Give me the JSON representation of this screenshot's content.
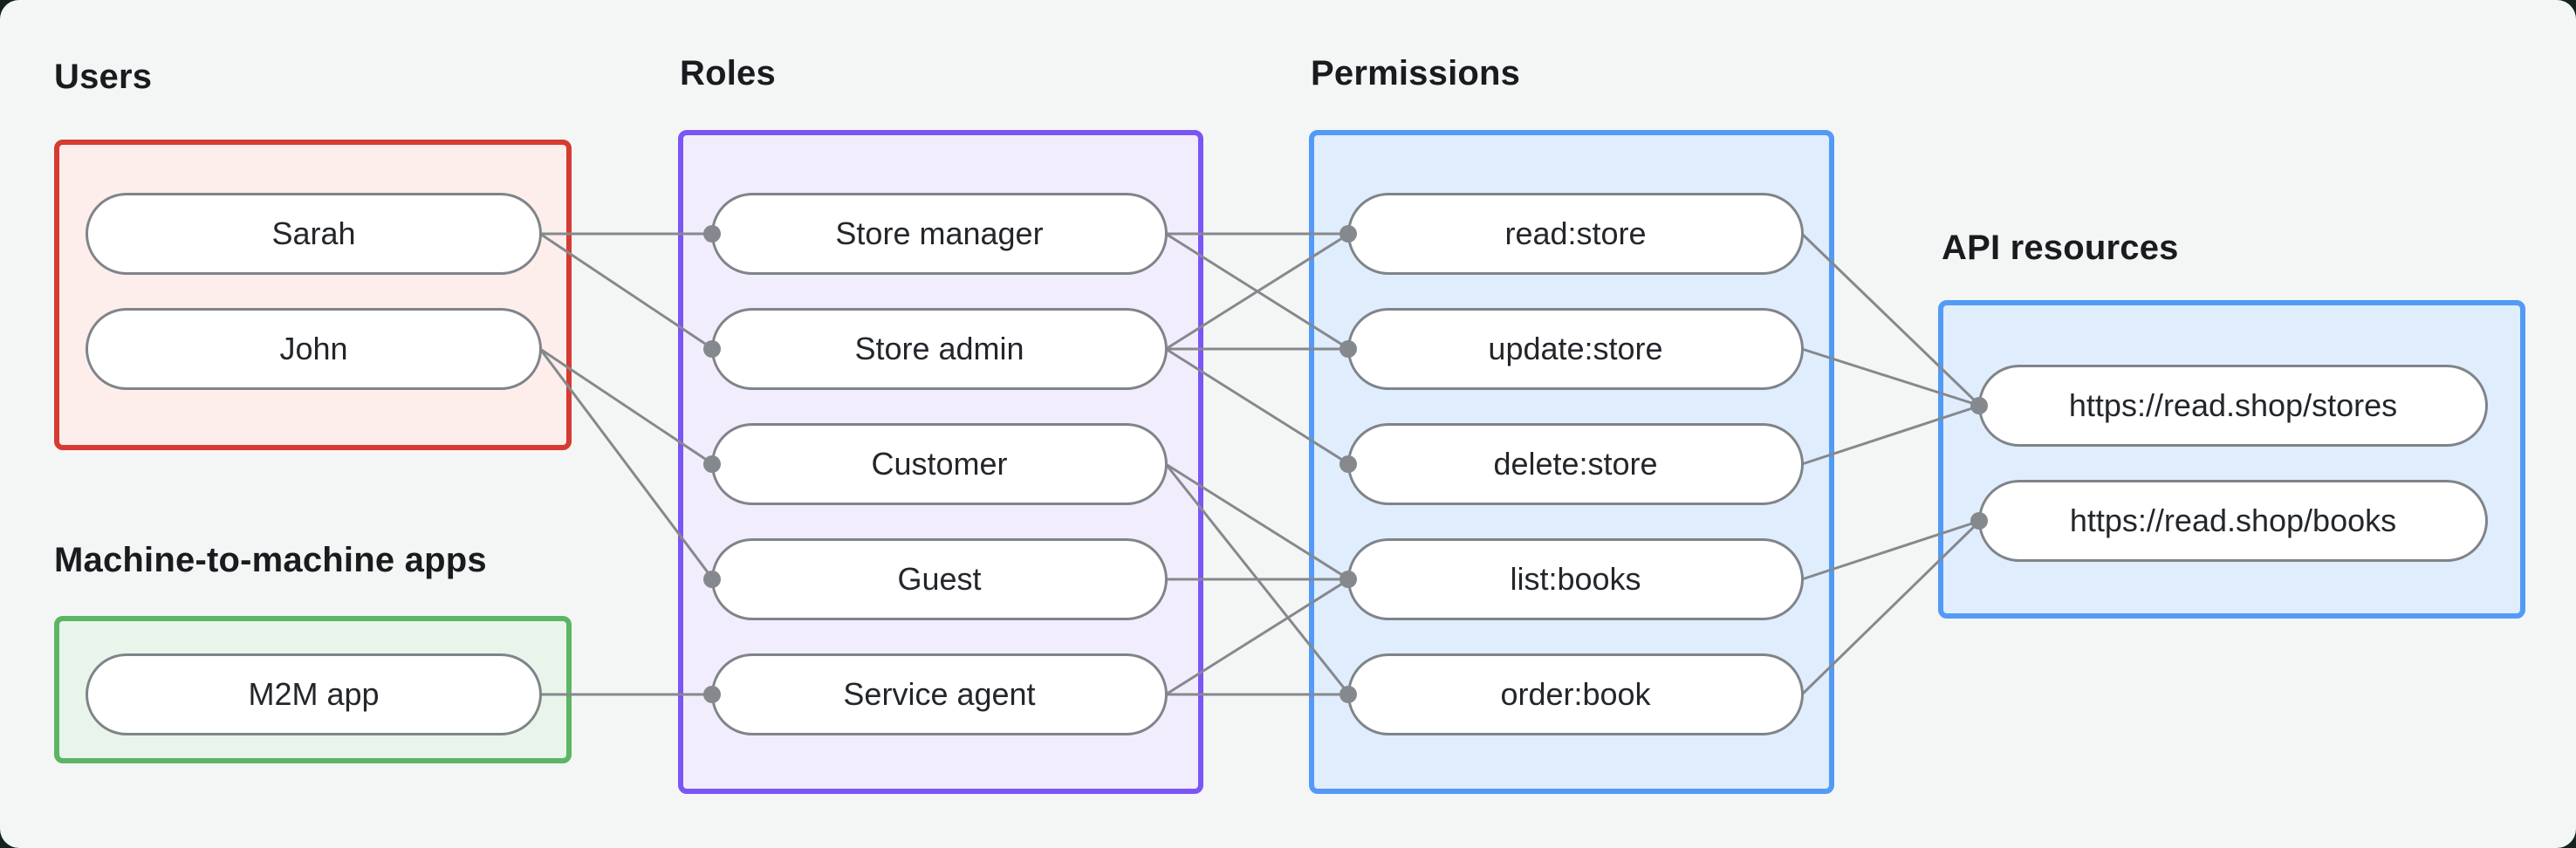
{
  "diagram": {
    "groups": [
      {
        "id": "users",
        "title": "Users",
        "color": "red",
        "nodes": [
          "sarah",
          "john"
        ]
      },
      {
        "id": "m2m",
        "title": "Machine-to-machine apps",
        "color": "green",
        "nodes": [
          "m2m_app"
        ]
      },
      {
        "id": "roles",
        "title": "Roles",
        "color": "purple",
        "nodes": [
          "store_manager",
          "store_admin",
          "customer",
          "guest",
          "service_agent"
        ]
      },
      {
        "id": "permissions",
        "title": "Permissions",
        "color": "blue",
        "nodes": [
          "read_store",
          "update_store",
          "delete_store",
          "list_books",
          "order_book"
        ]
      },
      {
        "id": "api",
        "title": "API resources",
        "color": "blue",
        "nodes": [
          "stores",
          "books"
        ]
      }
    ],
    "nodes": {
      "sarah": "Sarah",
      "john": "John",
      "m2m_app": "M2M app",
      "store_manager": "Store manager",
      "store_admin": "Store admin",
      "customer": "Customer",
      "guest": "Guest",
      "service_agent": "Service agent",
      "read_store": "read:store",
      "update_store": "update:store",
      "delete_store": "delete:store",
      "list_books": "list:books",
      "order_book": "order:book",
      "stores": "https://read.shop/stores",
      "books": "https://read.shop/books"
    },
    "edges": [
      [
        "sarah",
        "store_manager"
      ],
      [
        "sarah",
        "store_admin"
      ],
      [
        "john",
        "customer"
      ],
      [
        "john",
        "guest"
      ],
      [
        "m2m_app",
        "service_agent"
      ],
      [
        "store_manager",
        "read_store"
      ],
      [
        "store_manager",
        "update_store"
      ],
      [
        "store_admin",
        "read_store"
      ],
      [
        "store_admin",
        "update_store"
      ],
      [
        "store_admin",
        "delete_store"
      ],
      [
        "customer",
        "list_books"
      ],
      [
        "customer",
        "order_book"
      ],
      [
        "guest",
        "list_books"
      ],
      [
        "service_agent",
        "list_books"
      ],
      [
        "service_agent",
        "order_book"
      ],
      [
        "read_store",
        "stores"
      ],
      [
        "update_store",
        "stores"
      ],
      [
        "delete_store",
        "stores"
      ],
      [
        "list_books",
        "books"
      ],
      [
        "order_book",
        "books"
      ]
    ],
    "colors": {
      "canvas_background": "#f4f6f5",
      "backdrop": "#13241b",
      "connector": "#85898d",
      "node_border": "#7f8489",
      "node_fill": "#ffffff",
      "text": "#23262a",
      "red": {
        "border": "#d63b31",
        "fill": "#fdeeec"
      },
      "purple": {
        "border": "#7b55f6",
        "fill": "#f2edfc"
      },
      "blue": {
        "border": "#539af7",
        "fill": "#e0edfd"
      },
      "green": {
        "border": "#5bb565",
        "fill": "#e9f5ea"
      }
    }
  }
}
